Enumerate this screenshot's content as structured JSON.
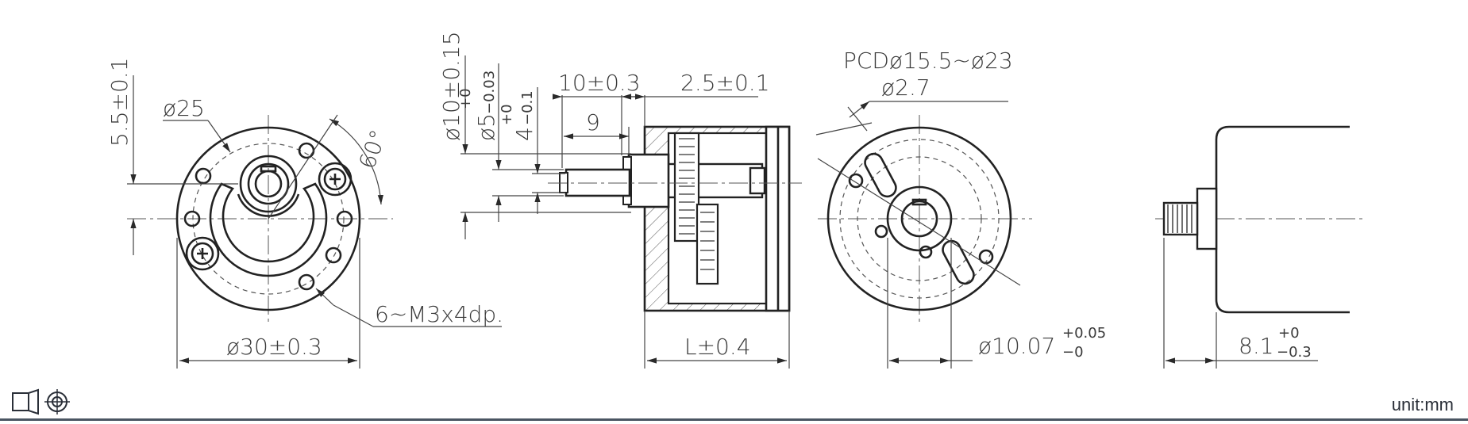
{
  "front_view": {
    "dim_height": "5.5±0.1",
    "dim_inner_dia": "ø25",
    "dim_angle": "60°",
    "dim_holes": "6~M3x4dp.",
    "dim_outer_dia": "ø30±0.3"
  },
  "side_view": {
    "dim_shaft10": "ø10±0.15",
    "dim_shaft5_base": "ø5",
    "dim_shaft5_tol_upper": "+0",
    "dim_shaft5_tol_lower": "−0.03",
    "dim_flat_base": "4",
    "dim_flat_tol_upper": "+0",
    "dim_flat_tol_lower": "−0.1",
    "dim_len10": "10±0.3",
    "dim_len9": "9",
    "dim_len25": "2.5±0.1",
    "dim_length": "L±0.4"
  },
  "rear_view": {
    "dim_pcd": "PCDø15.5~ø23",
    "dim_hole": "ø2.7",
    "dim_boss_base": "ø10.07",
    "dim_boss_tol_upper": "+0.05",
    "dim_boss_tol_lower": "−0"
  },
  "motor_view": {
    "dim_len_base": "8.1",
    "dim_len_tol_upper": "+0",
    "dim_len_tol_lower": "−0.3"
  },
  "footer": {
    "unit": "unit:mm"
  },
  "icons": [
    "third-angle-projection-icon",
    "crosshair-circle-icon"
  ]
}
